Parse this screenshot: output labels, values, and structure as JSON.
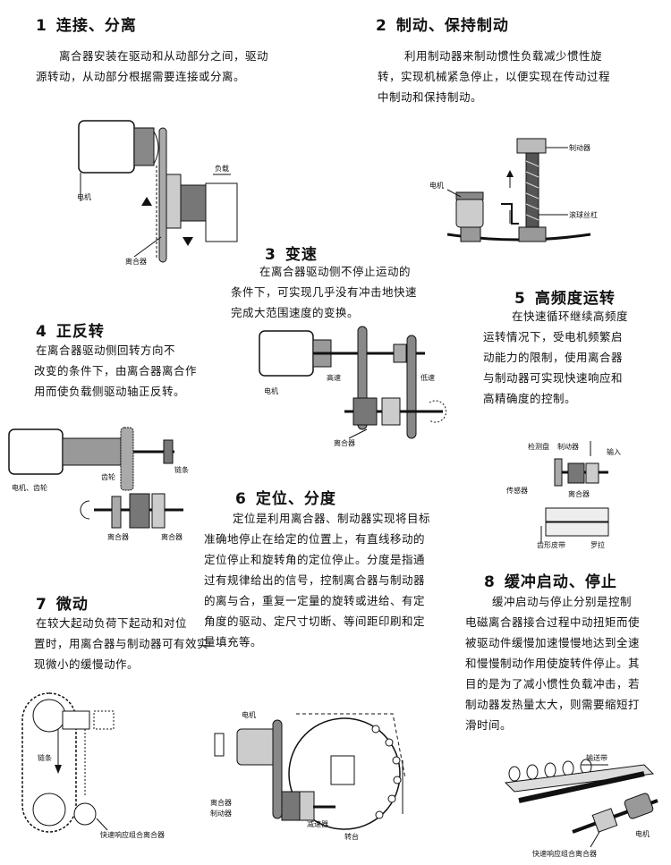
{
  "sections": [
    {
      "num": "1",
      "title": "连接、分离",
      "lines": [
        "离合器安装在驱动和从动部分之间，驱动",
        "源转动，从动部分根据需要连接或分离。"
      ],
      "labels": {
        "motor": "电机",
        "load": "负载",
        "clutch": "离合器"
      }
    },
    {
      "num": "2",
      "title": "制动、保持制动",
      "lines": [
        "利用制动器来制动惯性负载减少惯性旋",
        "转，实现机械紧急停止，以便实现在传动过程",
        "中制动和保持制动。"
      ],
      "labels": {
        "brake": "制动器",
        "motor": "电机",
        "screw": "滚球丝杠"
      }
    },
    {
      "num": "3",
      "title": "变速",
      "lines": [
        "在离合器驱动侧不停止运动的",
        "条件下，可实现几乎没有冲击地快速",
        "完成大范围速度的变换。"
      ],
      "labels": {
        "motor": "电机",
        "high": "高速",
        "low": "低速",
        "clutch": "离合器"
      }
    },
    {
      "num": "4",
      "title": "正反转",
      "lines": [
        "在离合器驱动侧回转方向不",
        "改变的条件下，由离合器离合作",
        "用而使负载侧驱动轴正反转。"
      ],
      "labels": {
        "motor_gear": "电机、齿轮",
        "gear": "齿轮",
        "chain": "链条",
        "clutch1": "离合器",
        "clutch2": "离合器"
      }
    },
    {
      "num": "5",
      "title": "高频度运转",
      "lines": [
        "在快速循环继续高频度",
        "运转情况下，受电机频繁启",
        "动能力的限制，使用离合器",
        "与制动器可实现快速响应和",
        "高精确度的控制。"
      ],
      "labels": {
        "detector": "检测盘",
        "brake": "制动器",
        "input": "输入",
        "sensor": "传感器",
        "clutch": "离合器",
        "belt": "齿形皮带",
        "roller": "罗拉"
      }
    },
    {
      "num": "6",
      "title": "定位、分度",
      "lines": [
        "定位是利用离合器、制动器实现将目标",
        "准确地停止在给定的位置上，有直线移动的",
        "定位停止和旋转角的定位停止。分度是指通",
        "过有规律给出的信号，控制离合器与制动器",
        "的离与合，重复一定量的旋转或进给、有定",
        "角度的驱动、定尺寸切断、等间距印刷和定",
        "量填充等。"
      ],
      "labels": {
        "motor": "电机",
        "clutch": "离合器",
        "brake": "制动器",
        "reducer": "减速器",
        "table": "转台"
      }
    },
    {
      "num": "7",
      "title": "微动",
      "lines": [
        "在较大起动负荷下起动和对位",
        "置时，用离合器与制动器可有效实",
        "现微小的缓慢动作。"
      ],
      "labels": {
        "chain": "链条",
        "combo": "快速响应组合离合器"
      }
    },
    {
      "num": "8",
      "title": "缓冲启动、停止",
      "lines": [
        "缓冲启动与停止分别是控制",
        "电磁离合器接合过程中动扭矩而使",
        "被驱动件缓慢加速慢慢地达到全速",
        "和慢慢制动作用使旋转件停止。其",
        "目的是为了减小惯性负载冲击，若",
        "制动器发热量太大，则需要缩短打",
        "滑时间。"
      ],
      "labels": {
        "conveyor": "输送带",
        "motor": "电机",
        "combo": "快速响应组合离合器"
      }
    }
  ]
}
